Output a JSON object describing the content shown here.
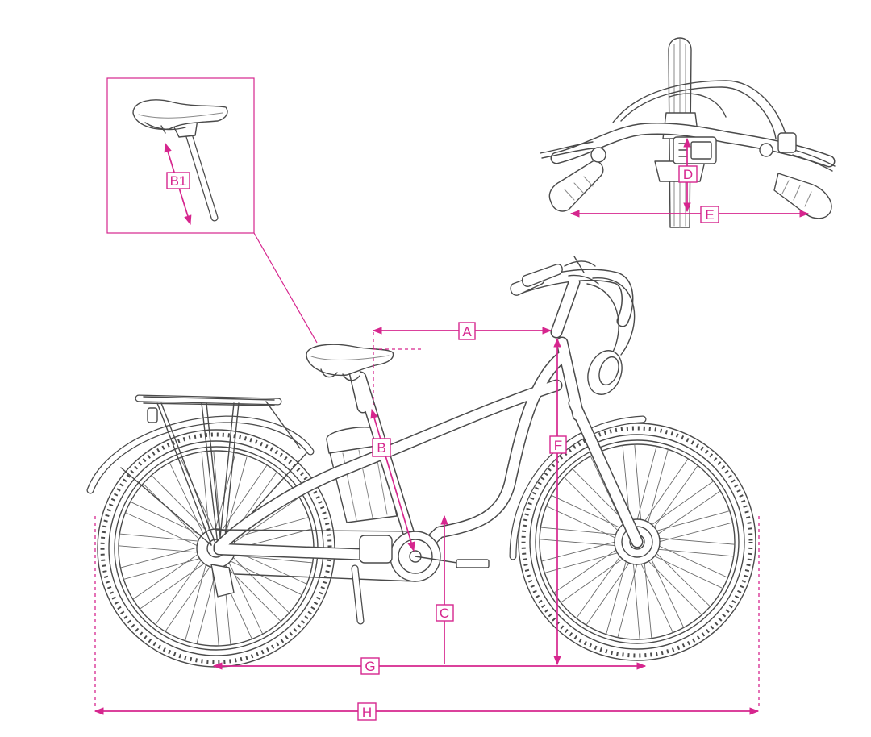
{
  "diagram": {
    "labels": {
      "A": "A",
      "B": "B",
      "B1": "B1",
      "C": "C",
      "D": "D",
      "E": "E",
      "F": "F",
      "G": "G",
      "H": "H"
    },
    "colors": {
      "dimension": "#d6268e",
      "sketch": "#4a4a4a"
    }
  }
}
